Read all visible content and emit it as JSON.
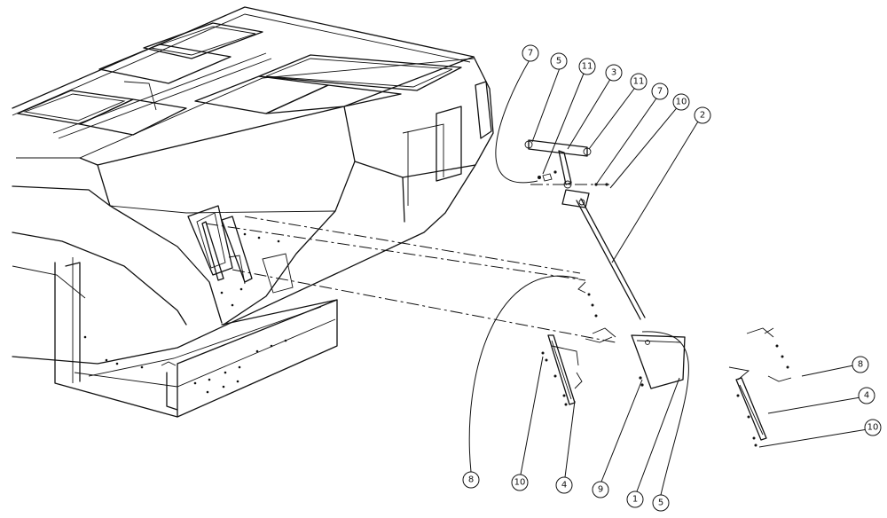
{
  "colors": {
    "ink": "#111111",
    "paper": "#ffffff"
  },
  "callouts": [
    {
      "id": "c7a",
      "label": "7"
    },
    {
      "id": "c5a",
      "label": "5"
    },
    {
      "id": "c11a",
      "label": "11"
    },
    {
      "id": "c3",
      "label": "3"
    },
    {
      "id": "c11b",
      "label": "11"
    },
    {
      "id": "c7b",
      "label": "7"
    },
    {
      "id": "c10a",
      "label": "10"
    },
    {
      "id": "c2",
      "label": "2"
    },
    {
      "id": "c8a",
      "label": "8"
    },
    {
      "id": "c4a",
      "label": "4"
    },
    {
      "id": "c10b",
      "label": "10"
    },
    {
      "id": "c8b",
      "label": "8"
    },
    {
      "id": "c10c",
      "label": "10"
    },
    {
      "id": "c4b",
      "label": "4"
    },
    {
      "id": "c9",
      "label": "9"
    },
    {
      "id": "c1",
      "label": "1"
    },
    {
      "id": "c5b",
      "label": "5"
    }
  ]
}
